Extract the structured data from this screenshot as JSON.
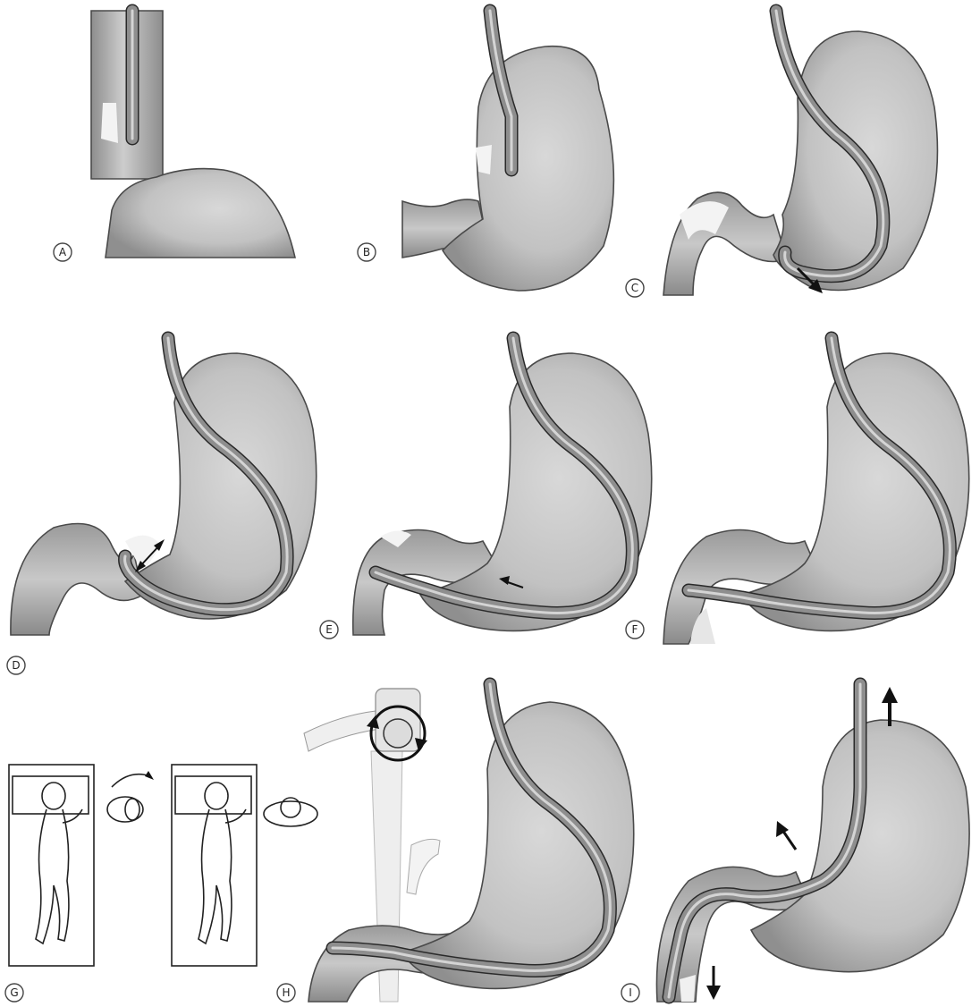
{
  "panels": {
    "A": {
      "label": "A"
    },
    "B": {
      "label": "B"
    },
    "C": {
      "label": "C"
    },
    "D": {
      "label": "D"
    },
    "E": {
      "label": "E"
    },
    "F": {
      "label": "F"
    },
    "G": {
      "label": "G"
    },
    "H": {
      "label": "H"
    },
    "I": {
      "label": "I"
    }
  },
  "colors": {
    "organ_light": "#dcdcdc",
    "organ_mid": "#b9b9b9",
    "organ_dark": "#8a8a8a",
    "scope": "#8e8e8e",
    "outline": "#2a2a2a"
  }
}
